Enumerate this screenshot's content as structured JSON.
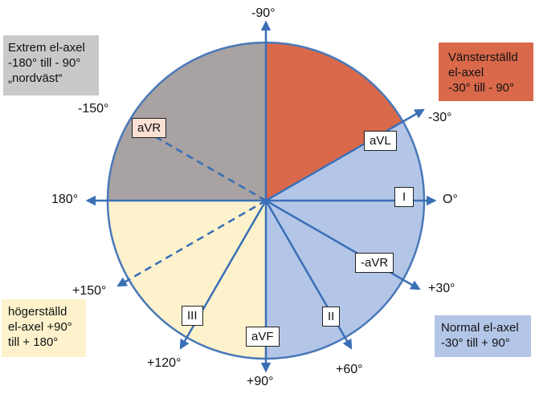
{
  "colors": {
    "circle_stroke": "#4a78b8",
    "axis": "#3a6fb6",
    "extreme_sector": "#a8a2a2",
    "left_sector": "#d9694a",
    "normal_sector": "#b3c6e7",
    "right_sector": "#fdf2cc",
    "extreme_box": "#c9c9c9",
    "left_box": "#d9694a",
    "normal_box": "#b3c6e7",
    "right_box": "#fdf2cc",
    "avr_box": "#fbe0d4"
  },
  "angles": {
    "minus90": "-90°",
    "minus30": "-30°",
    "zero": "O°",
    "plus30": "+30°",
    "plus60": "+60°",
    "plus90": "+90°",
    "plus120": "+120°",
    "plus150": "+150°",
    "deg180": "180°",
    "minus150": "-150°"
  },
  "boxes": {
    "extreme": "Extrem el-axel\n-180° till - 90°\n„nordväst“",
    "left_axis": "Vänsterställd\nel-axel\n-30° till - 90°",
    "normal": "Normal el-axel\n-30° till + 90°",
    "right_axis": "högerställd\nel-axel +90°\ntill + 180°"
  },
  "leads": {
    "aVR": "aVR",
    "aVL": "aVL",
    "I": "I",
    "minus_aVR": "-aVR",
    "II": "II",
    "aVF": "aVF",
    "III": "III"
  }
}
